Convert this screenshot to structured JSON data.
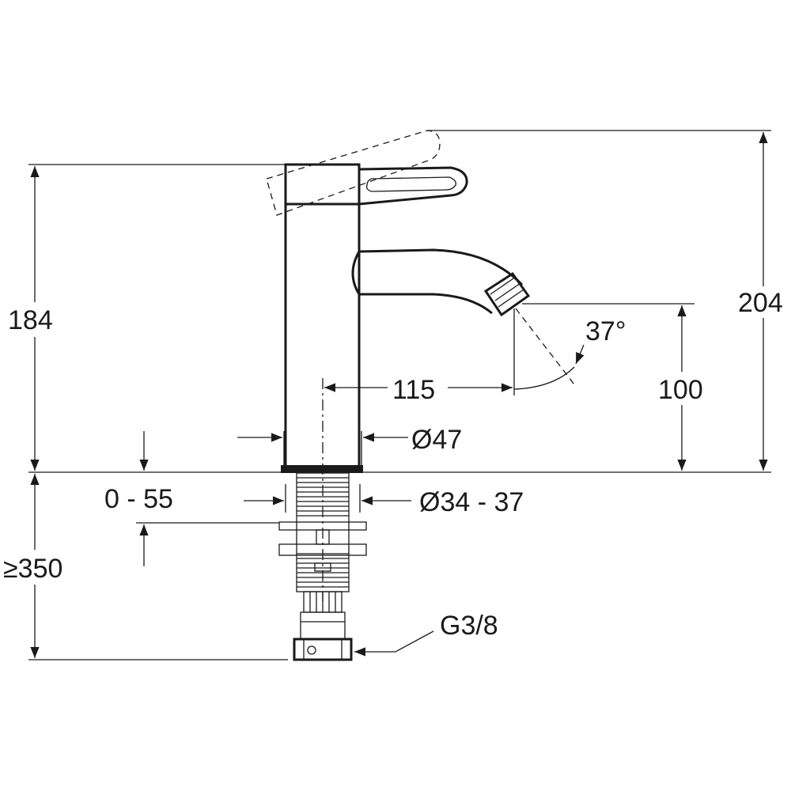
{
  "dimensions": {
    "overall_height_lever_up": "204",
    "overall_height": "184",
    "spout_height": "100",
    "spout_reach": "115",
    "spray_angle": "37°",
    "body_diameter": "Ø47",
    "hole_diameter": "Ø34 - 37",
    "deck_thickness": "0 - 55",
    "supply_length": "≥350",
    "connection_thread": "G3/8"
  },
  "colors": {
    "line": "#1a1a1a",
    "background": "#ffffff"
  }
}
